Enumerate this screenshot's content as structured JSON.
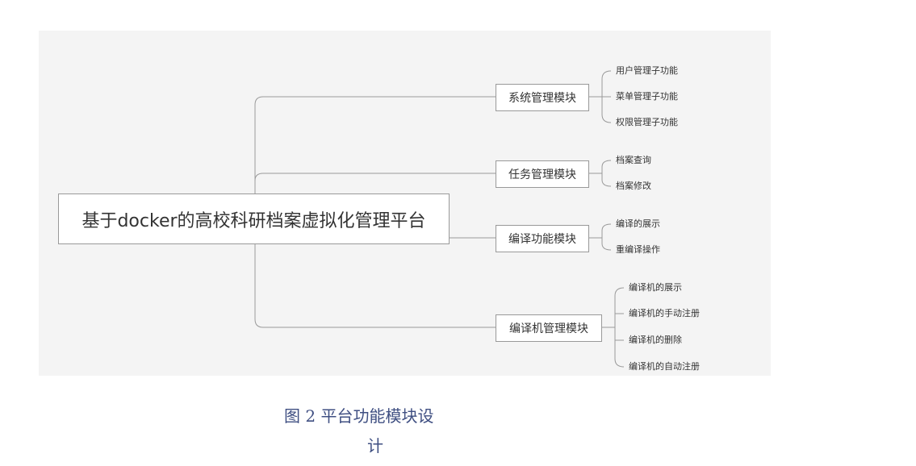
{
  "diagram": {
    "root": "基于docker的高校科研档案虚拟化管理平台",
    "modules": [
      {
        "label": "系统管理模块",
        "children": [
          "用户管理子功能",
          "菜单管理子功能",
          "权限管理子功能"
        ]
      },
      {
        "label": "任务管理模块",
        "children": [
          "档案查询",
          "档案修改"
        ]
      },
      {
        "label": "编译功能模块",
        "children": [
          "编译的展示",
          "重编译操作"
        ]
      },
      {
        "label": "编译机管理模块",
        "children": [
          "编译机的展示",
          "编译机的手动注册",
          "编译机的删除",
          "编译机的自动注册"
        ]
      }
    ]
  },
  "caption": {
    "line1": "图 2 平台功能模块设",
    "line2": "计"
  },
  "colors": {
    "canvas_bg": "#f4f4f4",
    "line": "#999999",
    "caption": "#3f4f82"
  }
}
